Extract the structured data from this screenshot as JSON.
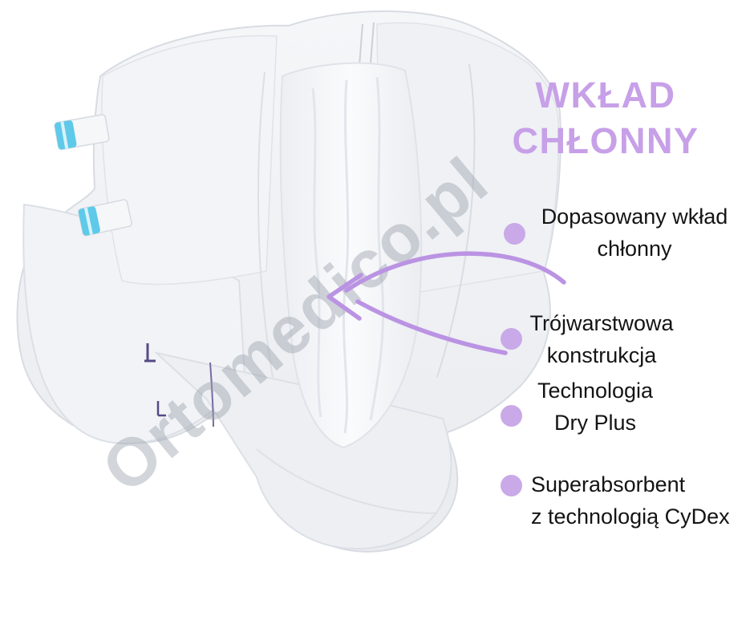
{
  "title": {
    "line1": "WKŁAD",
    "line2": "CHŁONNY"
  },
  "watermark": "Ortomedico.pl",
  "features": [
    {
      "line1": "Dopasowany wkład",
      "line2": "chłonny"
    },
    {
      "line1": "Trójwarstwowa",
      "line2": "konstrukcja"
    },
    {
      "line1": "Technologia",
      "line2": "Dry Plus"
    },
    {
      "line1": "Superabsorbent",
      "line2": "z technologią CyDex"
    }
  ],
  "icons": {
    "bullet": "bullet-dot-icon",
    "arrow": "curved-arrow-icon",
    "product": "diaper-illustration"
  },
  "colors": {
    "accent_purple": "#c7a0e8",
    "bullet_purple": "#c9a9e8",
    "arrow_purple": "#bb93e3",
    "tab_blue": "#5fc9ea",
    "product_white": "#eff1f4",
    "watermark_gray": "#9ca2ac"
  }
}
